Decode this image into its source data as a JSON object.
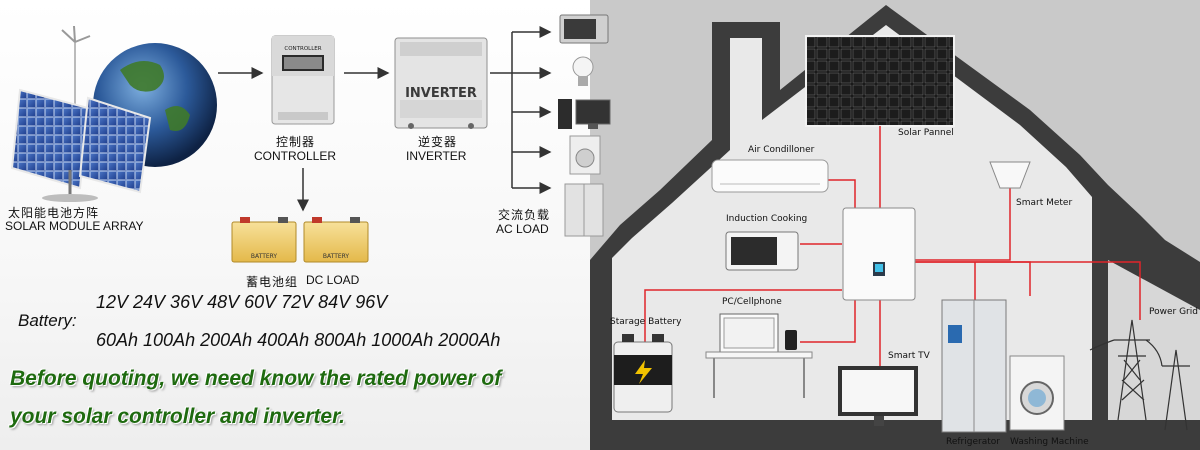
{
  "flow": {
    "solar_cn": "太阳能电池方阵",
    "solar_en": "SOLAR MODULE ARRAY",
    "controller_cn": "控制器",
    "controller_en": "CONTROLLER",
    "controller_box_text": "CONTROLLER",
    "inverter_cn": "逆变器",
    "inverter_en": "INVERTER",
    "inverter_box_text": "INVERTER",
    "battery_cn": "蓄电池组",
    "battery_en": "DC LOAD",
    "battery_box_text": "BATTERY",
    "acload_cn": "交流负载",
    "acload_en": "AC LOAD"
  },
  "house": {
    "solar_panel": "Solar Pannel",
    "air_conditioner": "Air Condilloner",
    "induction_cooking": "Induction Cooking",
    "smart_meter": "Smart Meter",
    "storage_battery": "Starage Battery",
    "pc_cellphone": "PC/Cellphone",
    "smart_tv": "Smart TV",
    "power_grid": "Power Grid",
    "refrigerator": "Refrigerator",
    "washing_machine": "Washing Machine"
  },
  "battery_info": {
    "label": "Battery:",
    "voltages": "12V 24V 36V 48V 60V 72V 84V 96V",
    "capacities": "60Ah 100Ah 200Ah 400Ah 800Ah 1000Ah 2000Ah"
  },
  "notice": {
    "line1": "Before quoting, we need know the rated power of",
    "line2": "your solar controller and inverter."
  },
  "colors": {
    "wire": "#e0252a",
    "house_outline": "#3c3c3c",
    "notice_text": "#1e6a0f"
  }
}
